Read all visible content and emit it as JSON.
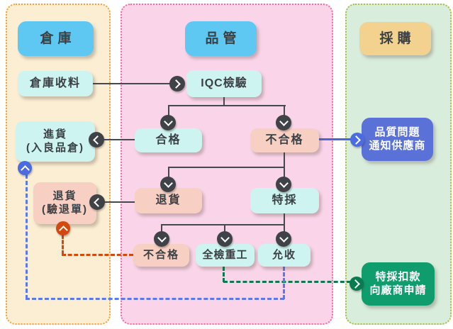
{
  "diagram": {
    "title_note": "IQC incoming quality control swimlane flowchart",
    "lanes": [
      {
        "id": "warehouse",
        "title": "倉庫"
      },
      {
        "id": "qc",
        "title": "品管"
      },
      {
        "id": "purchasing",
        "title": "採購"
      }
    ]
  },
  "nodes": {
    "receiving": {
      "label": "倉庫收料"
    },
    "iqc": {
      "label": "IQC檢驗"
    },
    "pass": {
      "label": "合格"
    },
    "fail": {
      "label": "不合格"
    },
    "incoming": {
      "line1": "進貨",
      "line2": "(入良品倉)"
    },
    "quality_issue": {
      "line1": "品質問題",
      "line2": "通知供應商"
    },
    "return_qc": {
      "label": "退貨"
    },
    "special": {
      "label": "特採"
    },
    "return_slip": {
      "line1": "退貨",
      "line2": "(驗退單)"
    },
    "fail2": {
      "label": "不合格"
    },
    "rework": {
      "label": "全檢重工"
    },
    "accept": {
      "label": "允收"
    },
    "deduction": {
      "line1": "特採扣款",
      "line2": "向廠商申請"
    }
  },
  "colors": {
    "lane_warehouse_bg": "#fbeed3",
    "lane_warehouse_border": "#f0a238",
    "lane_qc_bg": "#fad5e9",
    "lane_qc_border": "#f2699d",
    "lane_purchasing_bg": "#d9eddc",
    "lane_purchasing_border": "#a9c03c",
    "header_blue": "#5ec7f2",
    "header_tan": "#f2d28e",
    "node_cyan": "#cdf4f1",
    "node_pink": "#f7cfc3",
    "action_blue": "#5a71d8",
    "action_green": "#0f9d6e",
    "edge_dark": "#45484c",
    "edge_blue_solid": "#4868d9",
    "dashed_blue": "#5b79e8",
    "dashed_red": "#d04a12",
    "dashed_green": "#0b7a4f",
    "circle_dark": "#3f4347",
    "circle_blue": "#4b6be0",
    "circle_orange": "#d3480e",
    "circle_green": "#0a7a50"
  }
}
